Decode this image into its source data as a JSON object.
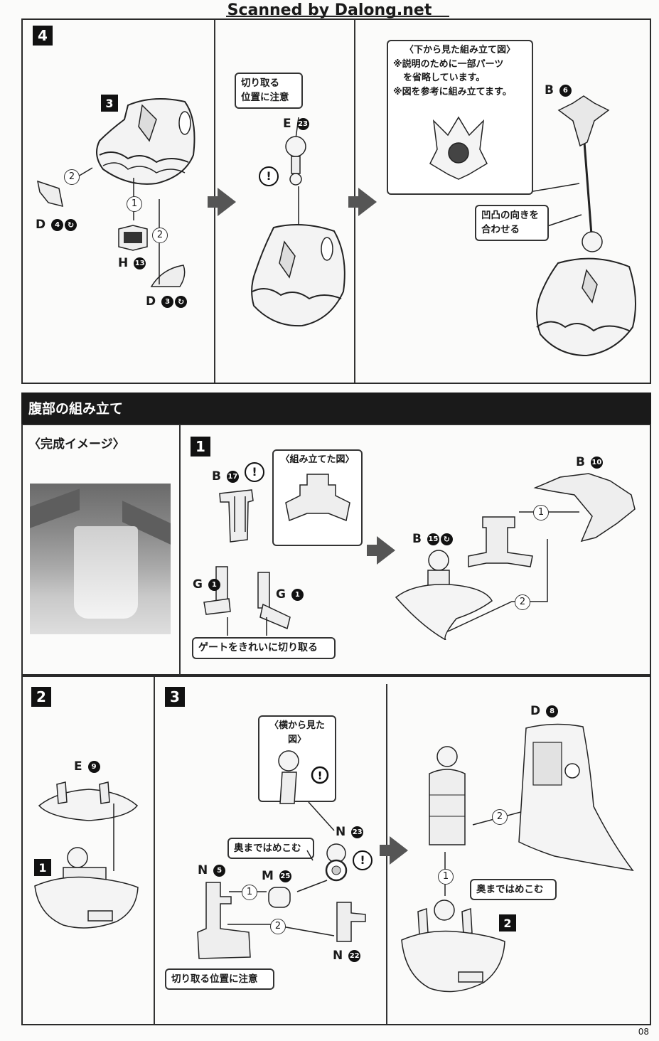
{
  "watermark": "Scanned by Dalong.net",
  "page_number": "08",
  "section4": {
    "step": "4",
    "substep": "3",
    "parts": {
      "d4": {
        "letter": "D",
        "num": "4"
      },
      "h13": {
        "letter": "H",
        "num": "13"
      },
      "d3": {
        "letter": "D",
        "num": "3"
      },
      "e23": {
        "letter": "E",
        "num": "23"
      },
      "b6": {
        "letter": "B",
        "num": "6"
      }
    },
    "seq": [
      "2",
      "1",
      "2"
    ],
    "callout_cut": [
      "切り取る",
      "位置に注意"
    ],
    "callout_bottom": [
      "〈下から見た組み立て図〉",
      "※説明のために一部パーツ",
      "を省略しています。",
      "※図を参考に組み立てます。"
    ],
    "callout_align": [
      "凹凸の向きを",
      "合わせる"
    ]
  },
  "belly": {
    "title": "腹部の組み立て",
    "image_label": "〈完成イメージ〉",
    "step1": {
      "step": "1",
      "parts": {
        "b17": {
          "letter": "B",
          "num": "17"
        },
        "g1a": {
          "letter": "G",
          "num": "1"
        },
        "g1b": {
          "letter": "G",
          "num": "1"
        },
        "b15": {
          "letter": "B",
          "num": "15"
        },
        "b10": {
          "letter": "B",
          "num": "10"
        }
      },
      "callout_diagram": "〈組み立てた図〉",
      "callout_gate": "ゲートをきれいに切り取る",
      "seq": [
        "1",
        "2"
      ]
    },
    "step2": {
      "step": "2",
      "substep": "1",
      "parts": {
        "e9": {
          "letter": "E",
          "num": "9"
        }
      }
    },
    "step3": {
      "step": "3",
      "callout_side": "〈横から見た図〉",
      "callout_push": "奥まではめこむ",
      "callout_cut": "切り取る位置に注意",
      "callout_push2": "奥まではめこむ",
      "parts": {
        "n23": {
          "letter": "N",
          "num": "23"
        },
        "n5": {
          "letter": "N",
          "num": "5"
        },
        "m25": {
          "letter": "M",
          "num": "25"
        },
        "n22": {
          "letter": "N",
          "num": "22"
        },
        "d8": {
          "letter": "D",
          "num": "8"
        }
      },
      "substep": "2",
      "seq": [
        "1",
        "2",
        "2",
        "1"
      ]
    }
  }
}
